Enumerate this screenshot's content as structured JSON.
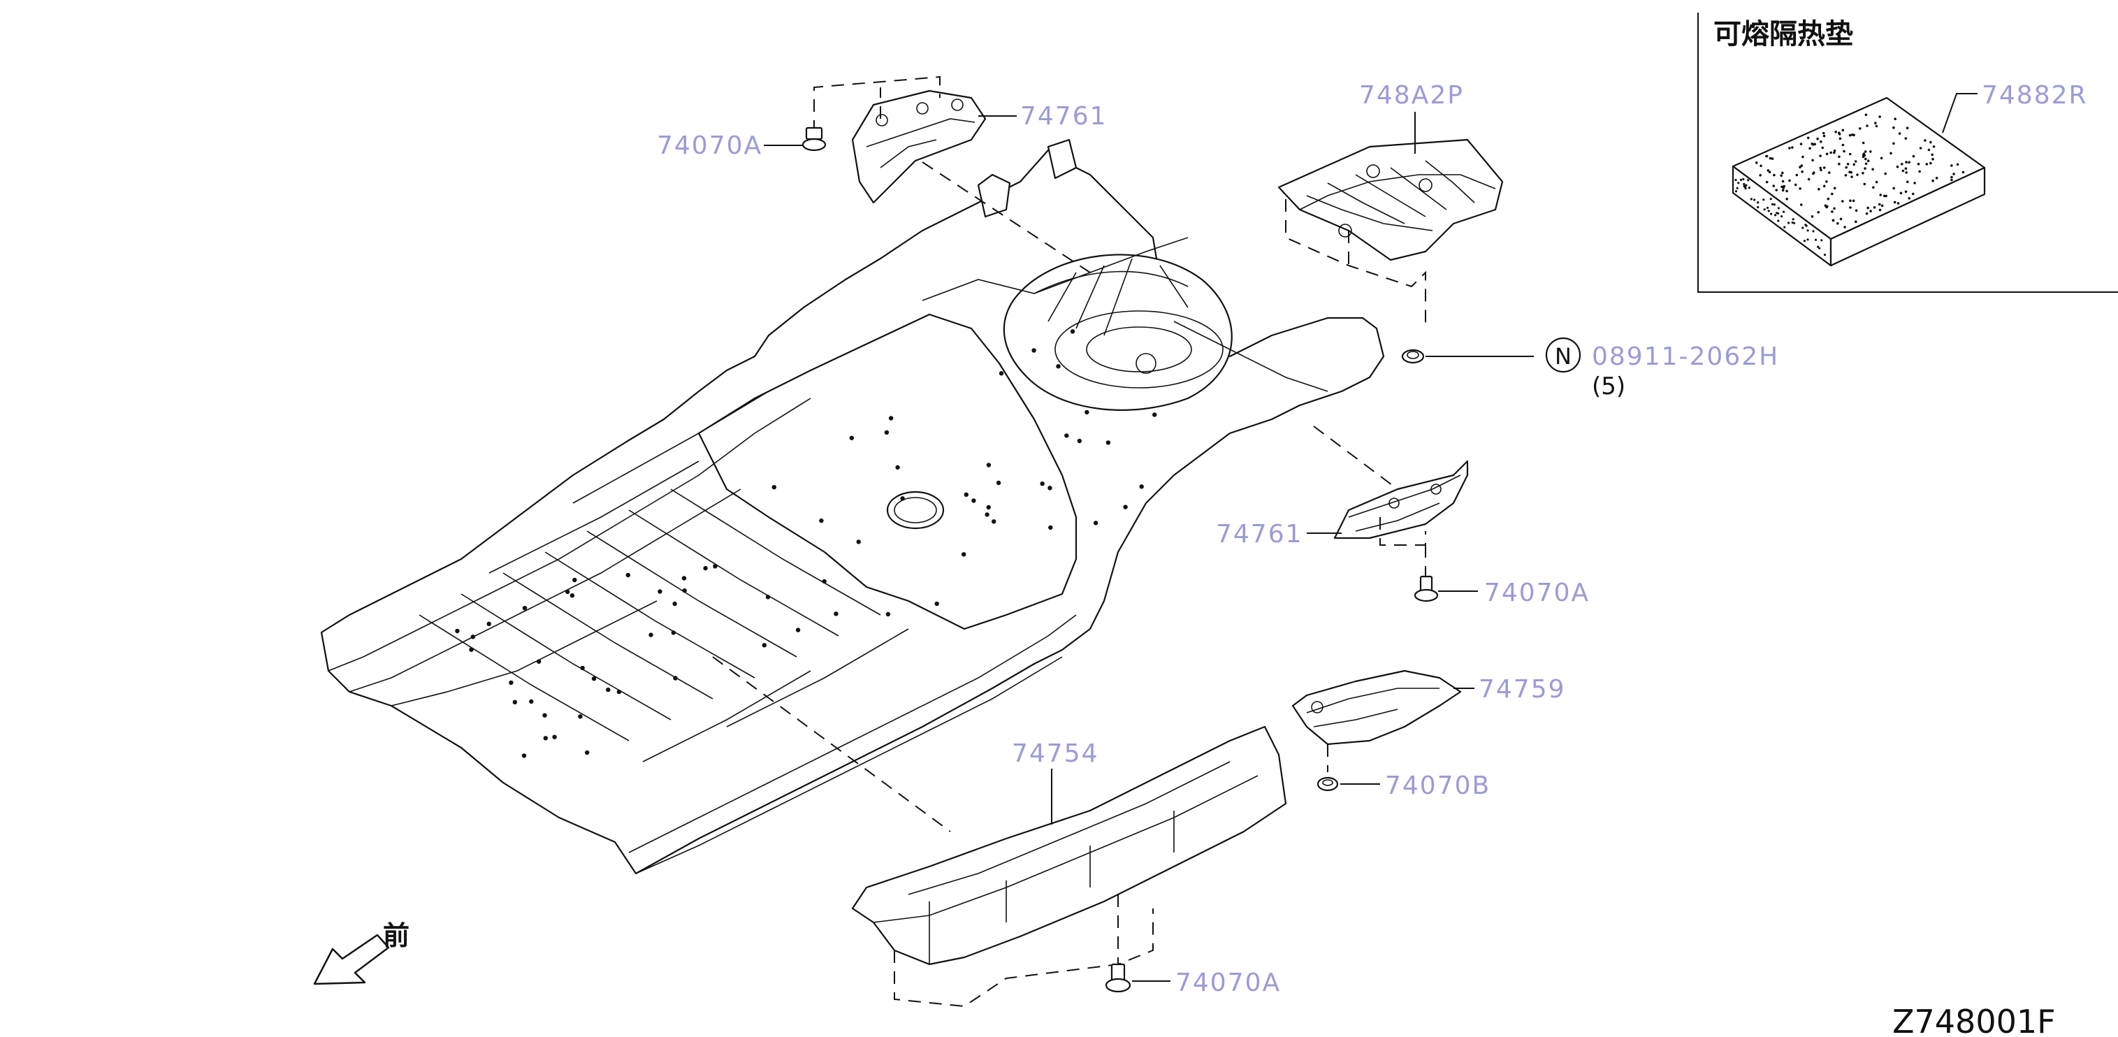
{
  "inset": {
    "title": "可熔隔热垫",
    "part_label": "74882R"
  },
  "labels": {
    "p74070a_top": "74070A",
    "p74761_top": "74761",
    "p748a2p": "748A2P",
    "nut_symbol": "N",
    "nut_part": "08911-2062H",
    "nut_qty": "(5)",
    "p74761_right": "74761",
    "p74070a_right": "74070A",
    "p74759": "74759",
    "p74070b": "74070B",
    "p74754": "74754",
    "p74070a_bottom": "74070A",
    "front": "前",
    "diagram_code": "Z748001F"
  }
}
